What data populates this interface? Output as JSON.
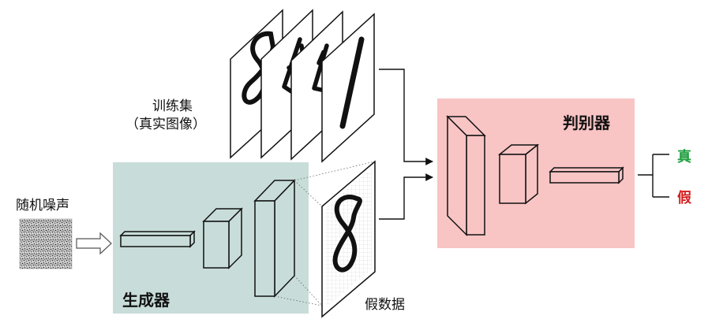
{
  "labels": {
    "training_set_line1": "训练集",
    "training_set_line2": "（真实图像）",
    "random_noise": "随机噪声",
    "generator": "生成器",
    "discriminator": "判别器",
    "fake_data": "假数据",
    "real": "真",
    "fake": "假"
  },
  "colors": {
    "generator_bg": "#c8ddd9",
    "discriminator_bg": "#f9c4c4",
    "real_text": "#1e9e3e",
    "fake_text": "#d42020",
    "ink": "#111111"
  },
  "digits": {
    "training_samples": [
      "8",
      "4",
      "4",
      "1"
    ],
    "fake_sample": "8"
  }
}
